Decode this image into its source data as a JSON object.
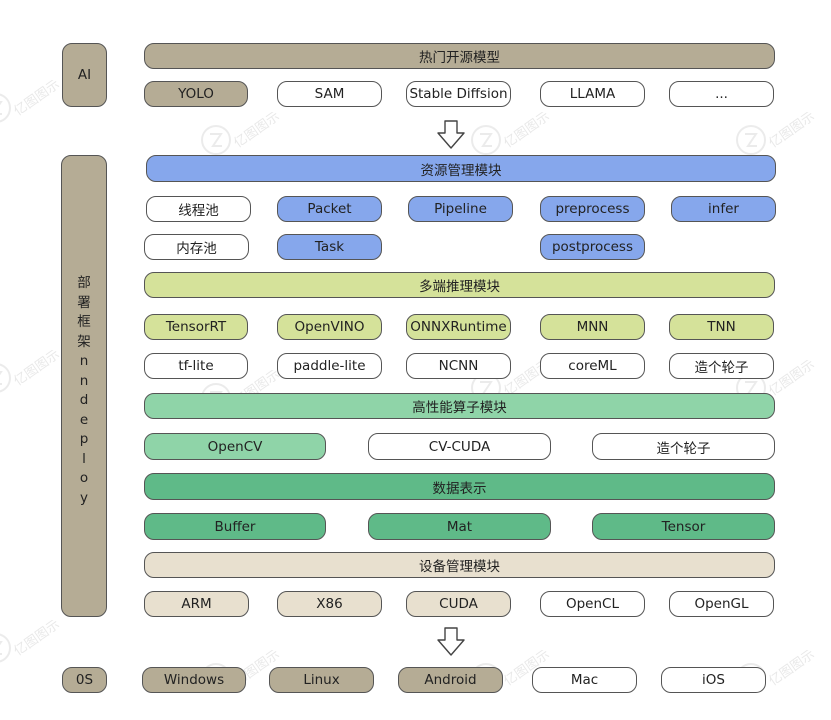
{
  "side_labels": {
    "ai": "AI",
    "framework": [
      "部",
      "署",
      "框",
      "架",
      "n",
      "n",
      "d",
      "e",
      "p",
      "l",
      "o",
      "y"
    ],
    "os": "0S"
  },
  "watermark_text": "亿图图示",
  "sections": {
    "models": {
      "title": "热门开源模型",
      "items": [
        "YOLO",
        "SAM",
        "Stable Diffsion",
        "LLAMA",
        "..."
      ]
    },
    "resource": {
      "title": "资源管理模块",
      "row1": [
        "线程池",
        "Packet",
        "Pipeline",
        "preprocess",
        "infer"
      ],
      "row2": [
        "内存池",
        "Task",
        "postprocess"
      ]
    },
    "inference": {
      "title": "多端推理模块",
      "row1": [
        "TensorRT",
        "OpenVINO",
        "ONNXRuntime",
        "MNN",
        "TNN"
      ],
      "row2": [
        "tf-lite",
        "paddle-lite",
        "NCNN",
        "coreML",
        "造个轮子"
      ]
    },
    "operators": {
      "title": "高性能算子模块",
      "items": [
        "OpenCV",
        "CV-CUDA",
        "造个轮子"
      ]
    },
    "data": {
      "title": "数据表示",
      "items": [
        "Buffer",
        "Mat",
        "Tensor"
      ]
    },
    "device": {
      "title": "设备管理模块",
      "items": [
        "ARM",
        "X86",
        "CUDA",
        "OpenCL",
        "OpenGL"
      ]
    },
    "os": {
      "items": [
        "Windows",
        "Linux",
        "Android",
        "Mac",
        "iOS"
      ]
    }
  },
  "colors": {
    "khaki": "#b5ac95",
    "blue": "#86a7ec",
    "lime": "#d5e29a",
    "mint": "#8fd4a8",
    "green": "#5fba88",
    "beige": "#e8e0cf",
    "white": "#ffffff"
  },
  "icons": [
    "down-arrow-icon",
    "watermark-logo-icon"
  ]
}
